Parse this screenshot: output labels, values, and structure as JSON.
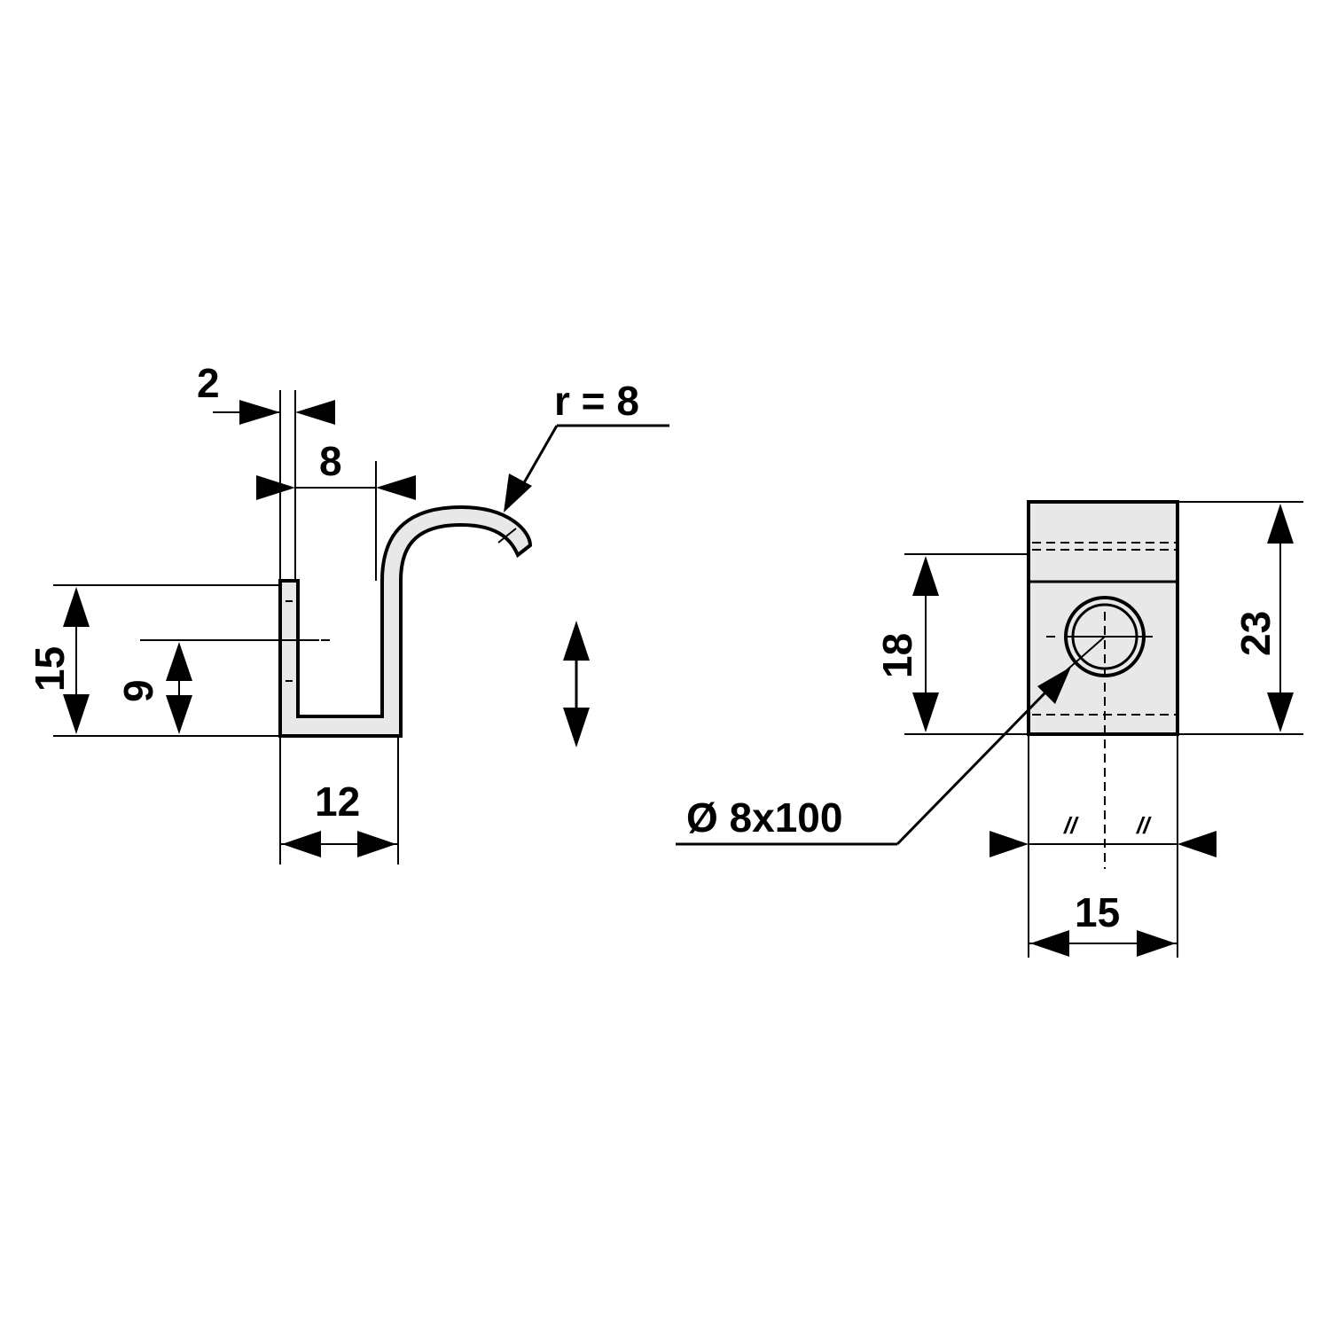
{
  "clip_view": {
    "thickness_label": "2",
    "inner_width_label": "8",
    "radius_label": "r = 8",
    "height_label": "15",
    "hole_height_label": "9",
    "base_width_label": "12"
  },
  "block_view": {
    "hole_height_label": "18",
    "total_height_label": "23",
    "bolt_label": "Ø 8x100",
    "width_label": "15",
    "half_mark_left": "//",
    "half_mark_right": "//"
  },
  "colors": {
    "part_fill": "#e8e8e8",
    "line": "#000000"
  }
}
